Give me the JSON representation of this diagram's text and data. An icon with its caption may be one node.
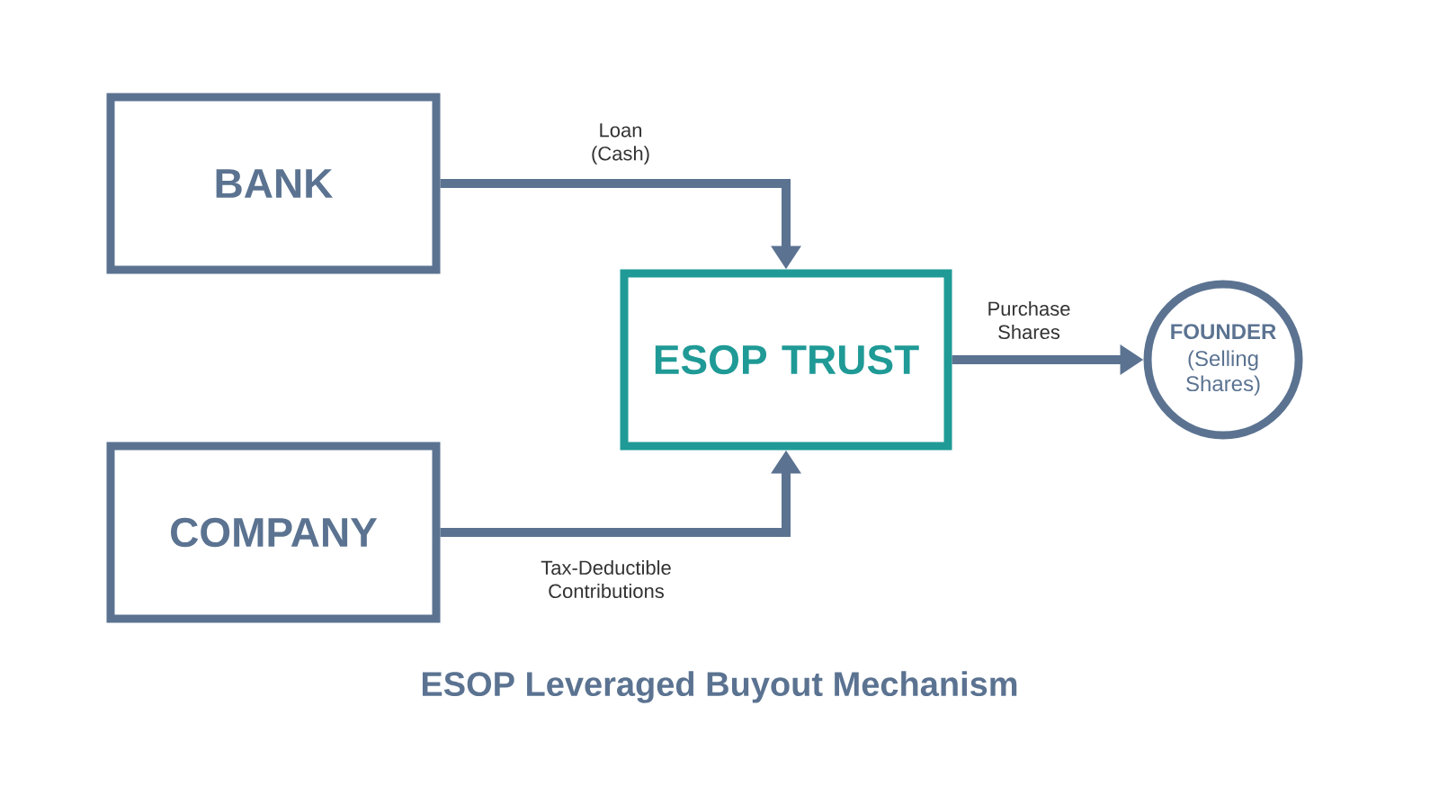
{
  "diagram": {
    "title": "ESOP Leveraged Buyout Mechanism",
    "nodes": [
      {
        "text": [
          "BANK"
        ]
      },
      {
        "text": [
          "COMPANY"
        ]
      },
      {
        "text": [
          "ESOP TRUST"
        ]
      },
      {
        "text": [
          "FOUNDER",
          "(Selling Shares)"
        ]
      }
    ],
    "edges": [
      {
        "from": 0,
        "to": 2,
        "arrow": "to",
        "label": "Loan (Cash)"
      },
      {
        "from": 1,
        "to": 2,
        "arrow": "to",
        "label": "Tax-Deductible Contributions"
      },
      {
        "from": 2,
        "to": 3,
        "arrow": "to",
        "label": "Purchase Shares"
      }
    ]
  }
}
